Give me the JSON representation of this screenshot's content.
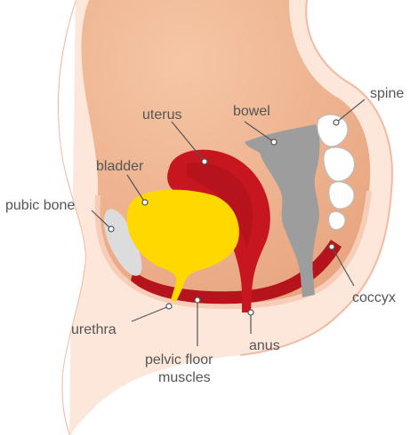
{
  "labels": {
    "spine": "spine",
    "bowel": "bowel",
    "uterus": "uterus",
    "bladder": "bladder",
    "pubic_bone": "pubic bone",
    "coccyx": "coccyx",
    "urethra": "urethra",
    "anus": "anus",
    "pelvic_floor_line1": "pelvic floor",
    "pelvic_floor_line2": "muscles"
  },
  "colors": {
    "body_outline": "#f9d6c4",
    "body_fill": "#fde7db",
    "cavity": "#eeae88",
    "uterus": "#c7161f",
    "bladder": "#ffd800",
    "bowel": "#9d9d9d",
    "bone": "#dcdcdc",
    "muscle": "#b5141c"
  }
}
